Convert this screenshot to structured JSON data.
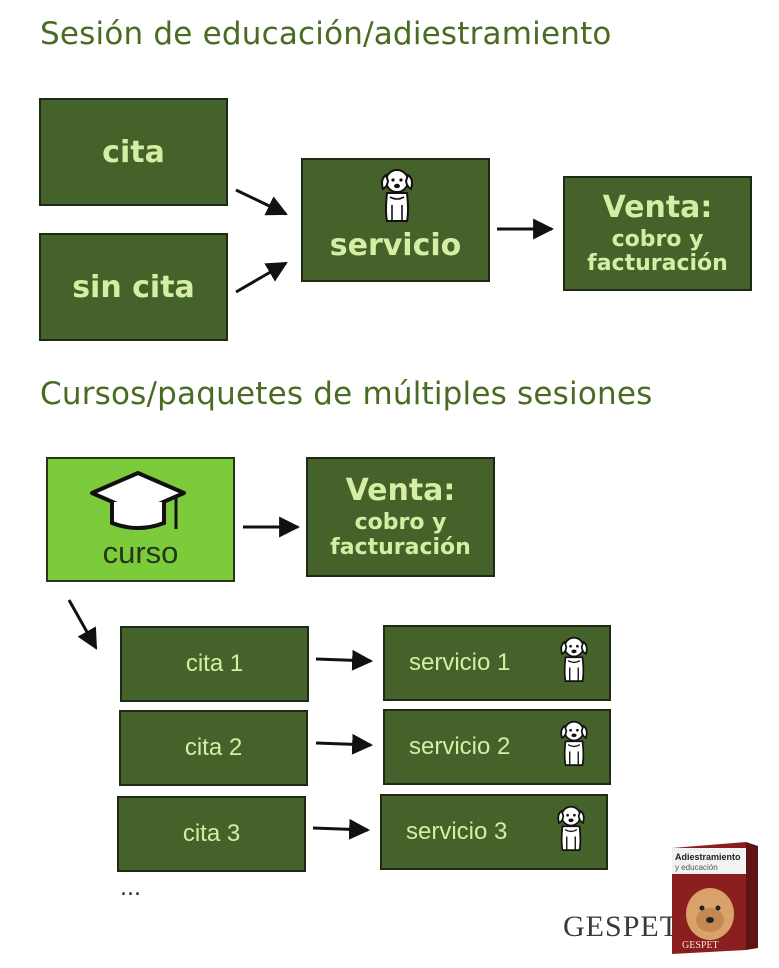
{
  "section1": {
    "title": "Sesión de educación/adiestramiento",
    "cita": "cita",
    "sin_cita": "sin cita",
    "servicio": "servicio",
    "venta_title": "Venta:",
    "venta_line1": "cobro y",
    "venta_line2": "facturación"
  },
  "section2": {
    "title": "Cursos/paquetes de múltiples sesiones",
    "curso": "curso",
    "venta_title": "Venta:",
    "venta_line1": "cobro y",
    "venta_line2": "facturación",
    "rows": [
      {
        "cita": "cita 1",
        "servicio": "servicio 1"
      },
      {
        "cita": "cita 2",
        "servicio": "servicio 2"
      },
      {
        "cita": "cita 3",
        "servicio": "servicio 3"
      }
    ],
    "ellipsis": "..."
  },
  "brand": {
    "name_part1": "GES",
    "name_part2": "PET",
    "box_title": "Adiestramiento",
    "box_subtitle": "y educación",
    "box_logo": "GESPET"
  },
  "colors": {
    "box_fill": "#44622a",
    "box_text": "#d6eda4",
    "curso_fill": "#7ccb3b",
    "heading": "#4a6b22"
  },
  "icons": [
    "dog-icon",
    "graduation-cap-icon",
    "arrow-icon"
  ]
}
